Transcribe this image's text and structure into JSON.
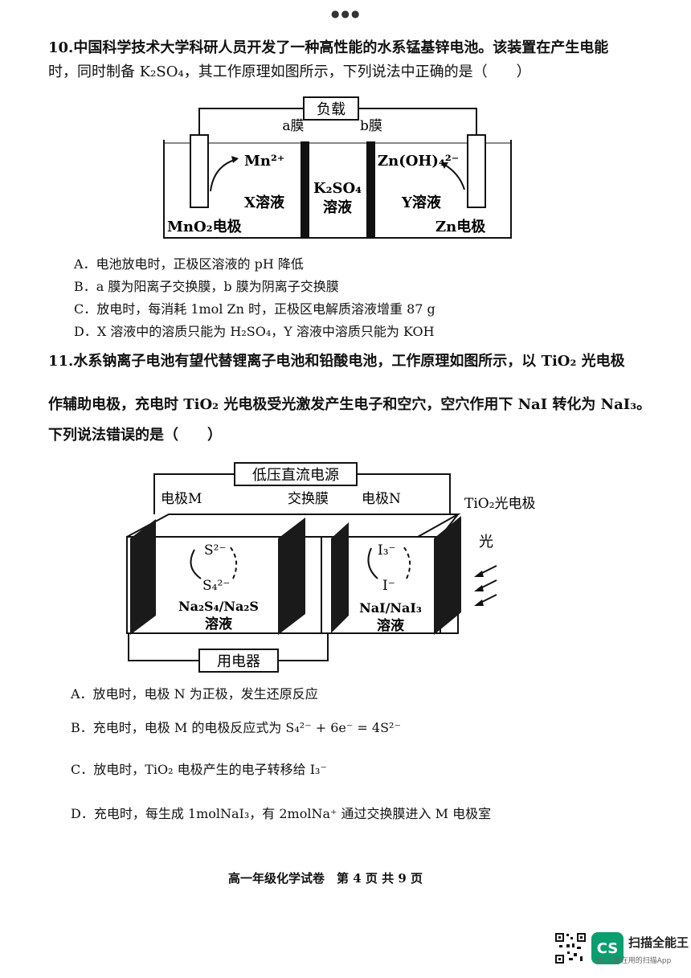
{
  "header": {
    "dots": "●●●"
  },
  "q10": {
    "line1": "10.中国科学技术大学科研人员开发了一种高性能的水系锰基锌电池。该装置在产生电能",
    "line2": "时，同时制备 K₂SO₄，其工作原理如图所示，下列说法中正确的是（　　）",
    "diagram": {
      "load": "负载",
      "membrane_a": "a膜",
      "membrane_b": "b膜",
      "ion_left": "Mn²⁺",
      "ion_right": "Zn(OH)₄²⁻",
      "solution_x": "X溶液",
      "solution_mid_1": "K₂SO₄",
      "solution_mid_2": "溶液",
      "solution_y": "Y溶液",
      "electrode_left": "MnO₂电极",
      "electrode_right": "Zn电极"
    },
    "options": [
      "A．电池放电时，正极区溶液的 pH 降低",
      "B．a 膜为阳离子交换膜，b 膜为阴离子交换膜",
      "C．放电时，每消耗 1mol Zn 时，正极区电解质溶液增重 87 g",
      "D．X 溶液中的溶质只能为 H₂SO₄，Y 溶液中溶质只能为 KOH"
    ]
  },
  "q11": {
    "line1": "11.水系钠离子电池有望代替锂离子电池和铅酸电池，工作原理如图所示，以 TiO₂ 光电极",
    "line2": "作辅助电极，充电时 TiO₂ 光电极受光激发产生电子和空穴，空穴作用下 NaI 转化为 NaI₃。",
    "line3": "下列说法错误的是（　　）",
    "diagram": {
      "power": "低压直流电源",
      "electrode_m": "电极M",
      "membrane": "交换膜",
      "electrode_n": "电极N",
      "tio2": "TiO₂光电极",
      "light": "光",
      "ion_s": "S²⁻",
      "ion_s4": "S₄²⁻",
      "sol_left_1": "Na₂S₄/Na₂S",
      "sol_left_2": "溶液",
      "ion_i3": "I₃⁻",
      "ion_i": "I⁻",
      "sol_right_1": "NaI/NaI₃",
      "sol_right_2": "溶液",
      "appliance": "用电器"
    },
    "options": [
      "A．放电时，电极 N 为正极，发生还原反应",
      "B．充电时，电极 M 的电极反应式为 S₄²⁻ + 6e⁻ = 4S²⁻",
      "C．放电时，TiO₂ 电极产生的电子转移给 I₃⁻",
      "D．充电时，每生成 1molNaI₃，有 2molNa⁺ 通过交换膜进入 M 电极室"
    ]
  },
  "footer": {
    "page": "高一年级化学试卷　第 4 页 共 9 页"
  },
  "watermark": {
    "badge": "CS",
    "title": "扫描全能王",
    "subtitle": "3亿人都在用的扫描App"
  }
}
